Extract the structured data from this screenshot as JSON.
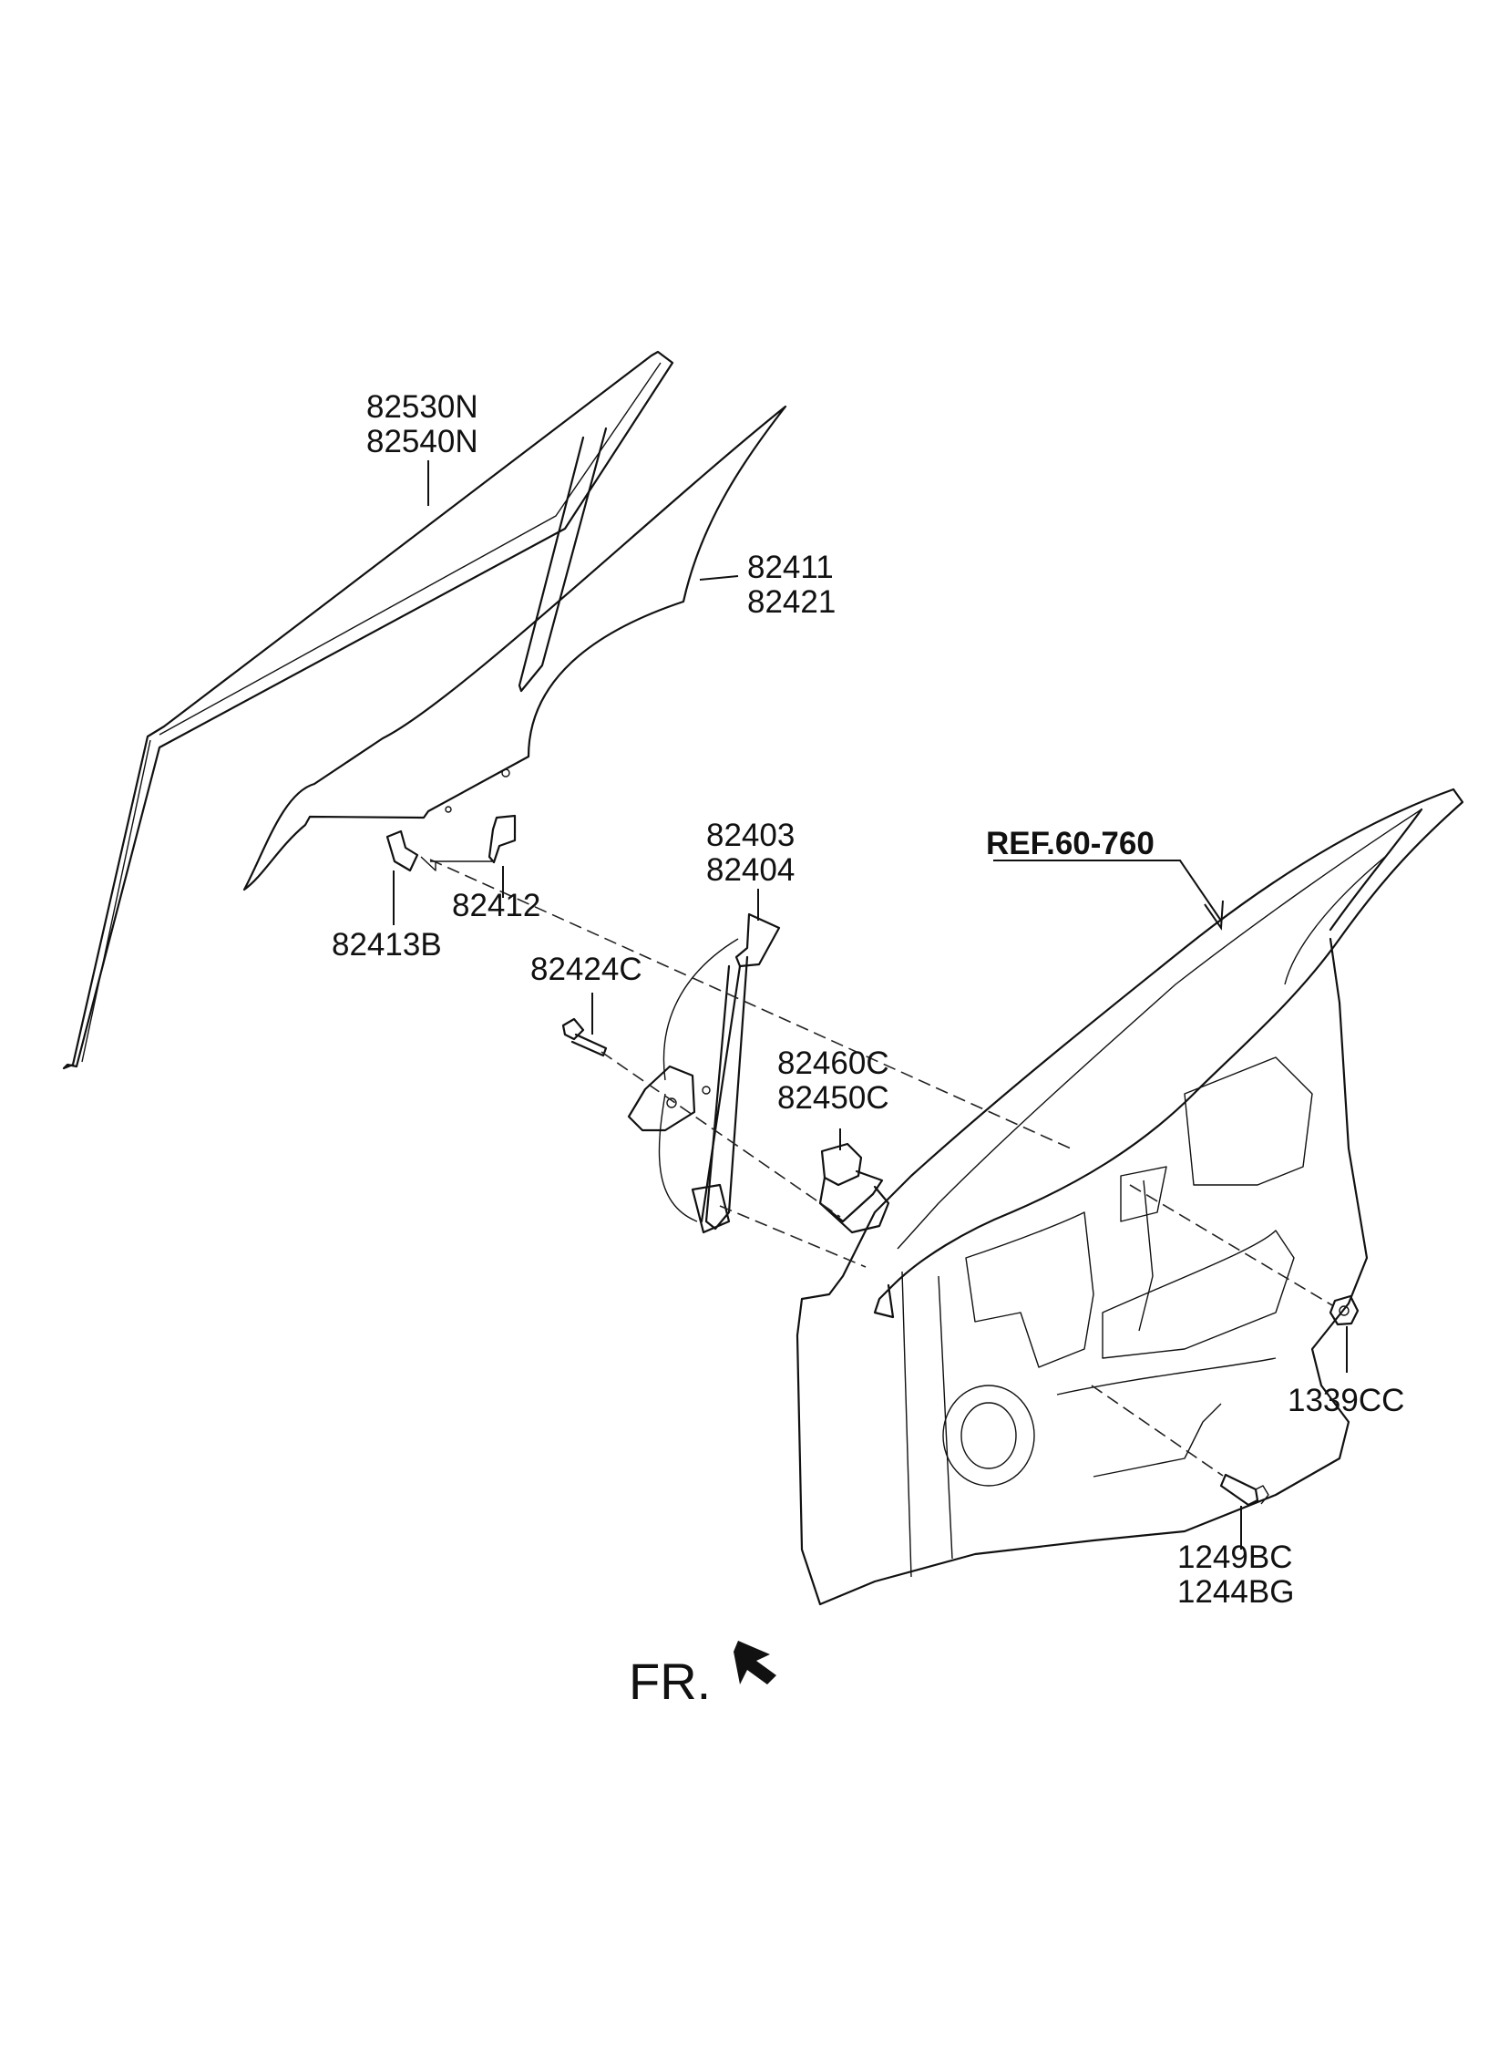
{
  "labels": {
    "run_channel": [
      "82530N",
      "82540N"
    ],
    "glass": [
      "82411",
      "82421"
    ],
    "regulator": [
      "82403",
      "82404"
    ],
    "ref": "REF.60-760",
    "holder_clip": "82412",
    "holder_bracket": "82413B",
    "bolt_regulator": "82424C",
    "motor": [
      "82460C",
      "82450C"
    ],
    "nut": "1339CC",
    "screw": [
      "1249BC",
      "1244BG"
    ],
    "front_marker": "FR."
  }
}
